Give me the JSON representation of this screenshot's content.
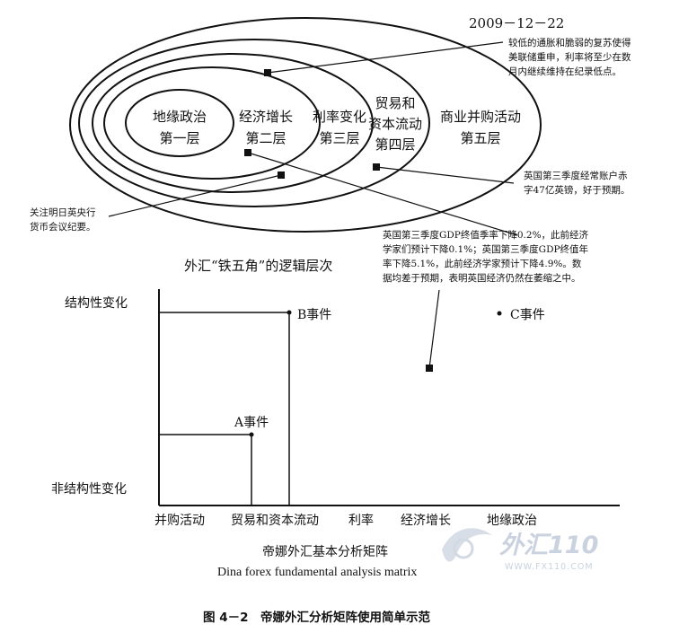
{
  "layers": [
    {
      "name": "地缘政治",
      "level": "第一层"
    },
    {
      "name": "经济增长",
      "level": "第二层"
    },
    {
      "name": "利率变化",
      "level": "第三层"
    },
    {
      "name": [
        "贸易和",
        "资本流动"
      ],
      "level": "第四层"
    },
    {
      "name": "商业并购活动",
      "level": "第五层"
    }
  ],
  "date": "2009－12－22",
  "annotations": {
    "top": [
      "较低的通胀和脆弱的复苏使得",
      "美联储重申，利率将至少在数",
      "月内继续维持在纪录低点。"
    ],
    "right": [
      "英国第三季度经常账户赤",
      "字47亿英镑，好于预期。"
    ],
    "left": [
      "关注明日英央行",
      "货币会议纪要。"
    ],
    "middle": [
      "英国第三季度GDP终值季率下降0.2%，此前经济",
      "学家们预计下降0.1%；英国第三季度GDP终值年",
      "率下降5.1%，此前经济学家预计下降4.9%。数",
      "据均差于预期，表明英国经济仍然在萎缩之中。"
    ]
  },
  "diagram_title": "外汇“铁五角”的逻辑层次",
  "matrix": {
    "y_labels": {
      "top": "结构性变化",
      "bottom": "非结构性变化"
    },
    "x_labels": [
      "并购活动",
      "贸易和资本流动",
      "利率",
      "经济增长",
      "地缘政治"
    ],
    "events": [
      {
        "label": "A事件"
      },
      {
        "label": "B事件"
      },
      {
        "label": "C事件"
      }
    ],
    "title_cn": "帝娜外汇基本分析矩阵",
    "title_en": "Dina forex fundamental analysis matrix"
  },
  "figure_caption": "图 4－2　帝娜外汇分析矩阵使用简单示范",
  "watermark": {
    "main": "外汇110",
    "sub": "WWW.FX110.COM"
  }
}
